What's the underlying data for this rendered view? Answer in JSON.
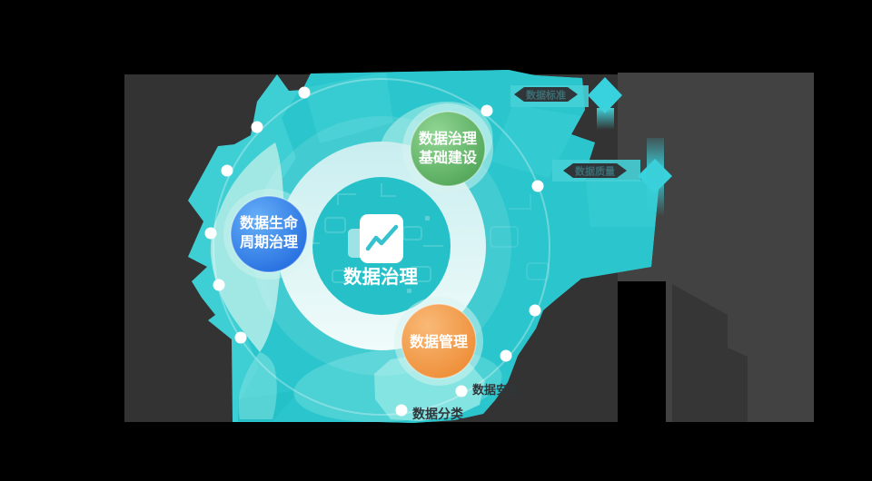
{
  "palette": {
    "background": "#000000",
    "panel_left": "#333333",
    "panel_right": "#424242",
    "teal_main": "#2bc6cd",
    "teal_mid": "#3ecfd4",
    "teal_mint": "#a6e9e6",
    "ring": "#ddf4f3",
    "inner_circle": "#26c1c8",
    "green_bubble": "#54a556",
    "blue_bubble": "#2470e8",
    "orange_bubble": "#f09a44",
    "dark_label": "#30363a"
  },
  "center": {
    "label": "数据治理"
  },
  "bubbles": {
    "green": {
      "line1": "数据治理",
      "line2": "基础建设"
    },
    "blue": {
      "line1": "数据生命",
      "line2": "周期治理"
    },
    "orange": {
      "label": "数据管理"
    }
  },
  "ribbons": {
    "top": "数据标准",
    "middle": "数据质量"
  },
  "floating_labels": {
    "upper": "数据安全",
    "lower": "数据分类"
  }
}
